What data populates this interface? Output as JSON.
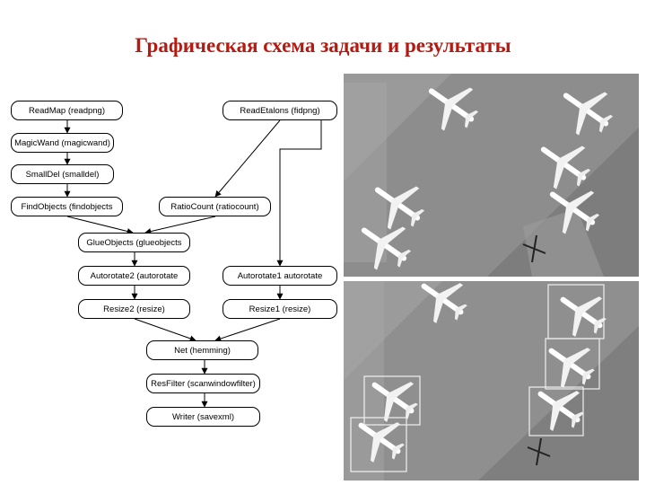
{
  "title": "Графическая схема задачи и результаты",
  "flowchart": {
    "nodes": {
      "readmap": "ReadMap (readpng)",
      "readetalons": "ReadEtalons (fidpng)",
      "magicwand": "MagicWand (magicwand)",
      "smalldel": "SmallDel (smalldel)",
      "findobjects": "FindObjects (findobjects",
      "ratiocount": "RatioCount (ratiocount)",
      "glueobjects": "GlueObjects (glueobjects",
      "autorotate2": "Autorotate2 (autorotate",
      "autorotate1": "Autorotate1   autorotate",
      "resize2": "Resize2 (resize)",
      "resize1": "Resize1 (resize)",
      "net": "Net (hemming)",
      "resfilter": "ResFilter (scanwindowfilter)",
      "writer": "Writer (savexml)"
    }
  },
  "images": {
    "top": "aerial-airfield-source-image",
    "bottom": "aerial-airfield-detection-result-image"
  }
}
